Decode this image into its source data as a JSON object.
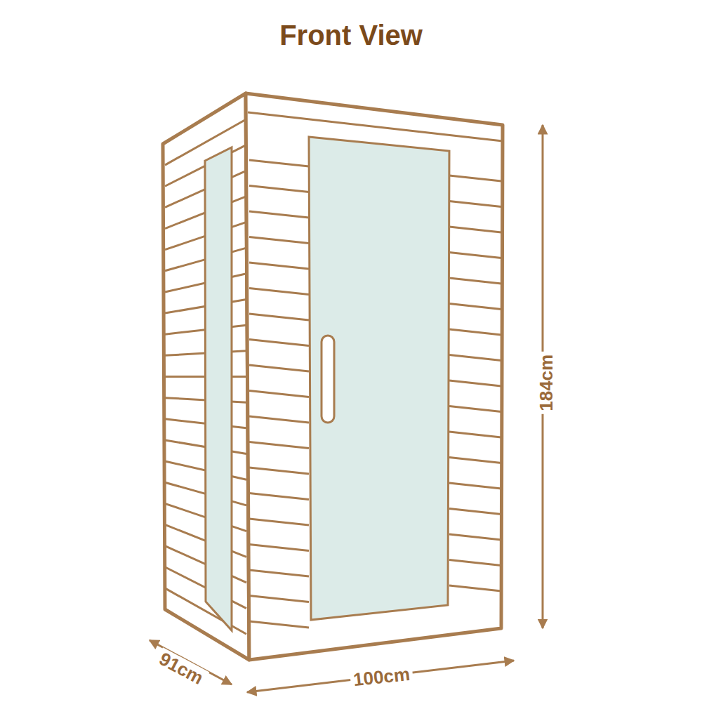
{
  "diagram": {
    "title": "Front View",
    "labels": [
      "184cm",
      "91cm",
      "100cm"
    ]
  }
}
